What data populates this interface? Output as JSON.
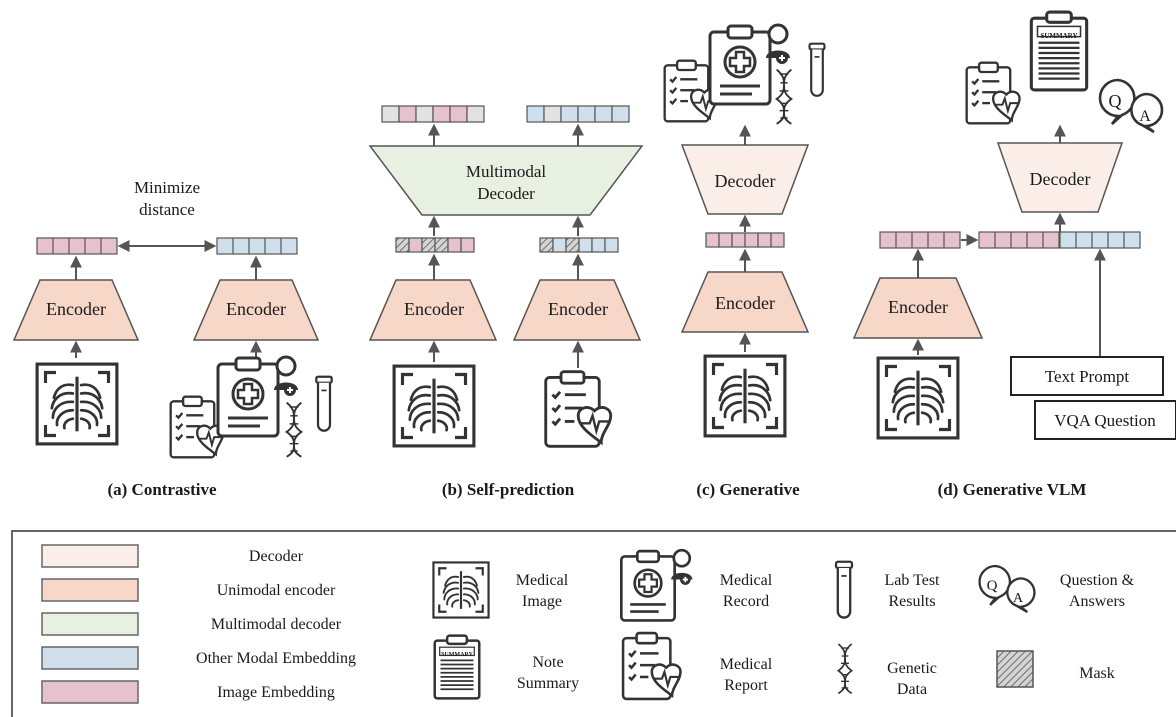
{
  "colors": {
    "decoder": "#fbeee8",
    "unimodal_encoder": "#f6d7c8",
    "multimodal_decoder": "#e8f0e2",
    "other_embedding": "#cfdfec",
    "image_embedding": "#e6c2cf",
    "mask": "#cfcfcf",
    "empty_cell": "#e2e2e2",
    "stroke": "#555555"
  },
  "panels": {
    "a": {
      "caption": "(a) Contrastive",
      "annotation_line1": "Minimize",
      "annotation_line2": "distance",
      "encoder1_label": "Encoder",
      "encoder2_label": "Encoder",
      "image_embedding_cells": [
        "image",
        "image",
        "image",
        "image",
        "image"
      ],
      "other_embedding_cells": [
        "other",
        "other",
        "other",
        "other",
        "other"
      ]
    },
    "b": {
      "caption": "(b) Self-prediction",
      "decoder_line1": "Multimodal",
      "decoder_line2": "Decoder",
      "encoder1_label": "Encoder",
      "encoder2_label": "Encoder",
      "output1_cells": [
        "empty",
        "image",
        "empty",
        "image",
        "image",
        "empty"
      ],
      "output2_cells": [
        "other",
        "empty",
        "other",
        "other",
        "other",
        "other"
      ],
      "input1_cells": [
        "mask",
        "image",
        "mask",
        "mask",
        "image",
        "image"
      ],
      "input2_cells": [
        "mask",
        "other",
        "mask",
        "other",
        "other",
        "other"
      ]
    },
    "c": {
      "caption": "(c) Generative",
      "decoder_label": "Decoder",
      "encoder_label": "Encoder",
      "embedding_cells": [
        "image",
        "image",
        "image",
        "image",
        "image",
        "image"
      ]
    },
    "d": {
      "caption": "(d) Generative VLM",
      "decoder_label": "Decoder",
      "encoder_label": "Encoder",
      "text_prompt": "Text Prompt",
      "vqa_question": "VQA Question",
      "summary_label": "SUMMARY"
    }
  },
  "legend": {
    "swatches": [
      {
        "label": "Decoder",
        "color": "#fbeee8"
      },
      {
        "label": "Unimodal encoder",
        "color": "#f6d7c8"
      },
      {
        "label": "Multimodal decoder",
        "color": "#e8f0e2"
      },
      {
        "label": "Other Modal Embedding",
        "color": "#cfdfec"
      },
      {
        "label": "Image Embedding",
        "color": "#e6c2cf"
      }
    ],
    "icons": {
      "medical_image": [
        "Medical",
        "Image"
      ],
      "medical_record": [
        "Medical",
        "Record"
      ],
      "lab_test": [
        "Lab Test",
        "Results"
      ],
      "qa": [
        "Question &",
        "Answers"
      ],
      "note_summary": [
        "Note",
        "Summary"
      ],
      "medical_report": [
        "Medical",
        "Report"
      ],
      "genetic": [
        "Genetic",
        "Data"
      ],
      "mask": [
        "Mask"
      ]
    },
    "summary_icon_text": "SUMMARY",
    "qa_letters": [
      "Q",
      "A"
    ]
  }
}
